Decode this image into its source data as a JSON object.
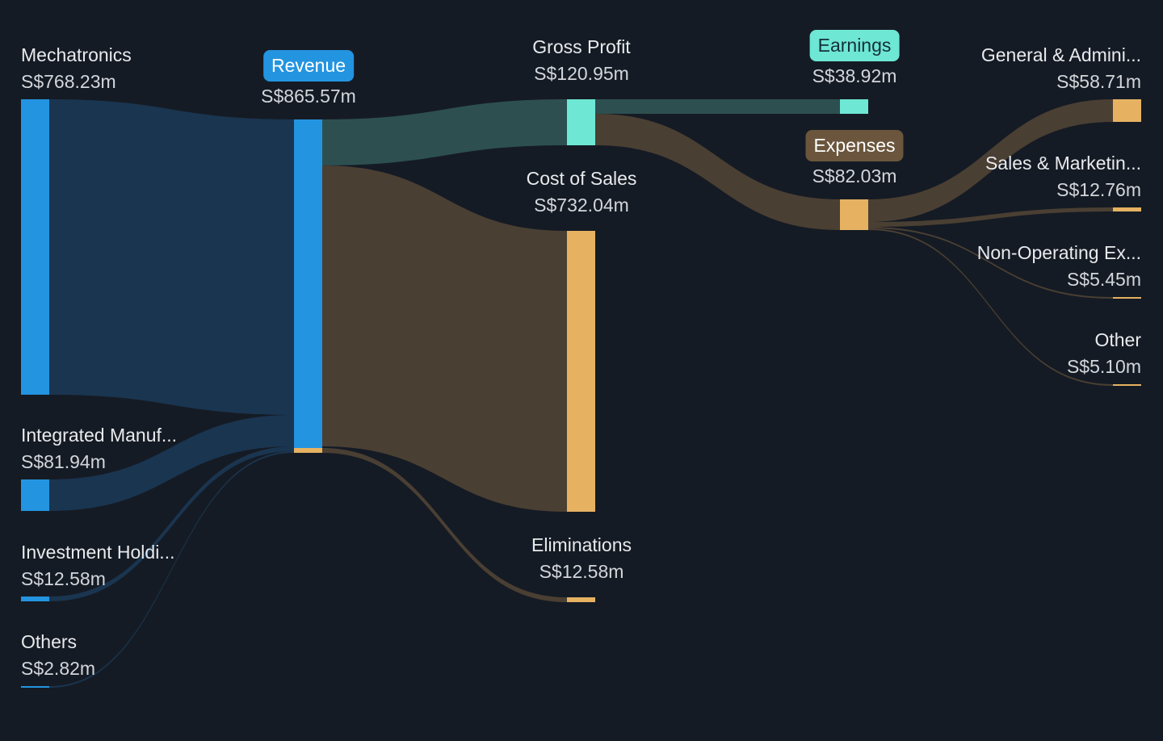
{
  "colors": {
    "background": "#151b24",
    "revenue": "#2394e0",
    "revenue_link": "#1a3550",
    "profit": "#6ee7d4",
    "profit_link": "#2d4f50",
    "cost": "#e6b262",
    "cost_link": "#4a3f33",
    "expenses_pill": "#6b563d"
  },
  "chart_data": {
    "type": "sankey",
    "currency": "S$",
    "unit": "m",
    "nodes": [
      {
        "id": "mech",
        "name": "Mechatronics",
        "value": 768.23,
        "label": "S$768.23m"
      },
      {
        "id": "imfg",
        "name": "Integrated Manuf...",
        "value": 81.94,
        "label": "S$81.94m"
      },
      {
        "id": "inv",
        "name": "Investment Holdi...",
        "value": 12.58,
        "label": "S$12.58m"
      },
      {
        "id": "oth",
        "name": "Others",
        "value": 2.82,
        "label": "S$2.82m"
      },
      {
        "id": "rev",
        "name": "Revenue",
        "value": 865.57,
        "label": "S$865.57m"
      },
      {
        "id": "gp",
        "name": "Gross Profit",
        "value": 120.95,
        "label": "S$120.95m"
      },
      {
        "id": "cos",
        "name": "Cost of Sales",
        "value": 732.04,
        "label": "S$732.04m"
      },
      {
        "id": "elim",
        "name": "Eliminations",
        "value": 12.58,
        "label": "S$12.58m"
      },
      {
        "id": "earn",
        "name": "Earnings",
        "value": 38.92,
        "label": "S$38.92m"
      },
      {
        "id": "exp",
        "name": "Expenses",
        "value": 82.03,
        "label": "S$82.03m"
      },
      {
        "id": "ga",
        "name": "General & Admini...",
        "value": 58.71,
        "label": "S$58.71m"
      },
      {
        "id": "sm",
        "name": "Sales & Marketin...",
        "value": 12.76,
        "label": "S$12.76m"
      },
      {
        "id": "nonop",
        "name": "Non-Operating Ex...",
        "value": 5.45,
        "label": "S$5.45m"
      },
      {
        "id": "other",
        "name": "Other",
        "value": 5.1,
        "label": "S$5.10m"
      }
    ],
    "links": [
      {
        "source": "mech",
        "target": "rev",
        "value": 768.23
      },
      {
        "source": "imfg",
        "target": "rev",
        "value": 81.94
      },
      {
        "source": "inv",
        "target": "rev",
        "value": 12.58
      },
      {
        "source": "oth",
        "target": "rev",
        "value": 2.82
      },
      {
        "source": "rev",
        "target": "gp",
        "value": 120.95
      },
      {
        "source": "rev",
        "target": "cos",
        "value": 732.04
      },
      {
        "source": "rev",
        "target": "elim",
        "value": 12.58
      },
      {
        "source": "gp",
        "target": "earn",
        "value": 38.92
      },
      {
        "source": "gp",
        "target": "exp",
        "value": 82.03
      },
      {
        "source": "exp",
        "target": "ga",
        "value": 58.71
      },
      {
        "source": "exp",
        "target": "sm",
        "value": 12.76
      },
      {
        "source": "exp",
        "target": "nonop",
        "value": 5.45
      },
      {
        "source": "exp",
        "target": "other",
        "value": 5.1
      }
    ]
  }
}
